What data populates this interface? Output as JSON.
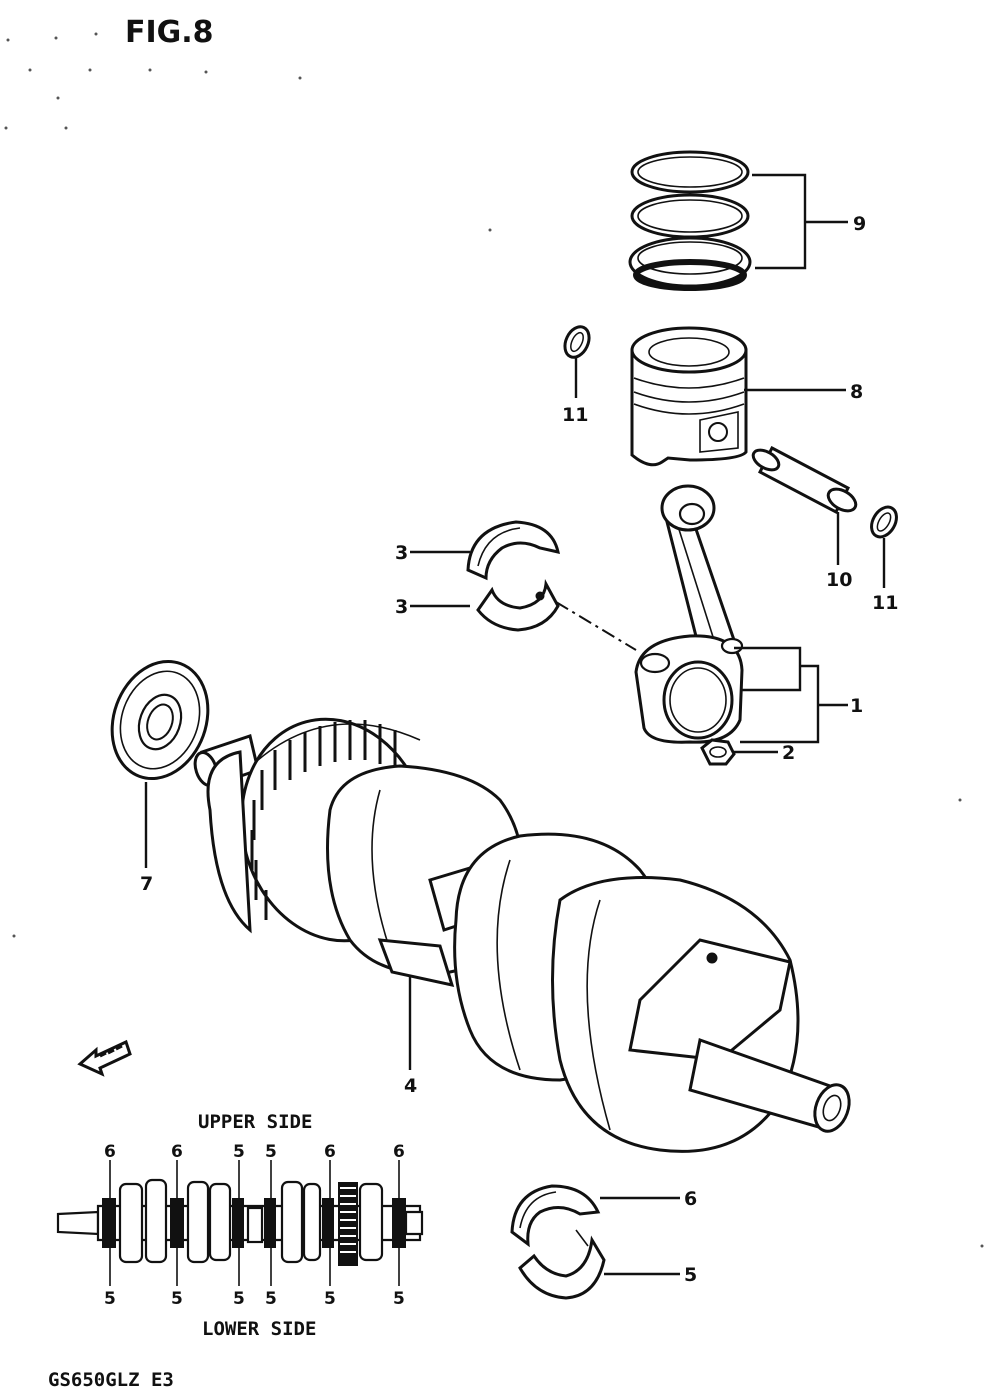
{
  "figure": {
    "title": "FIG.8",
    "model_code": "GS650GLZ  E3"
  },
  "inset": {
    "upper_side_label": "UPPER SIDE",
    "lower_side_label": "LOWER SIDE",
    "upper_numbers": [
      "6",
      "6",
      "5",
      "5",
      "6",
      "6"
    ],
    "lower_numbers": [
      "5",
      "5",
      "5",
      "5",
      "5",
      "5"
    ]
  },
  "callouts": {
    "c9": "9",
    "c8": "8",
    "c11a": "11",
    "c10": "10",
    "c11b": "11",
    "c3a": "3",
    "c3b": "3",
    "c1": "1",
    "c2": "2",
    "c7": "7",
    "c4": "4",
    "c6": "6",
    "c5": "5"
  },
  "icons": {
    "front_arrow": "front-direction-arrow-icon"
  }
}
